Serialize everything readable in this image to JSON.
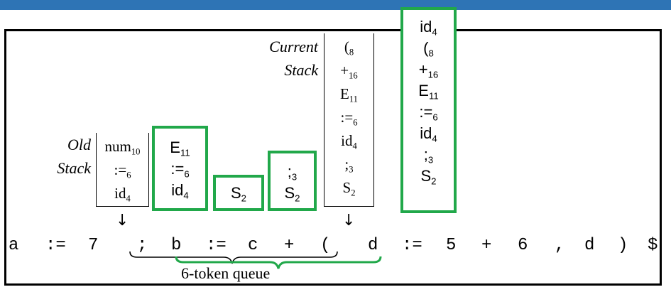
{
  "labels": {
    "current_stack": [
      "Current",
      "Stack"
    ],
    "old_stack": [
      "Old",
      "Stack"
    ],
    "queue": "6-token queue"
  },
  "old_stack": [
    {
      "base": "num",
      "sub": "10"
    },
    {
      "base": ":=",
      "sub": "6"
    },
    {
      "base": "id",
      "sub": "4"
    }
  ],
  "green_stack_1": [
    {
      "base": "E",
      "sub": "11"
    },
    {
      "base": ":=",
      "sub": "6"
    },
    {
      "base": "id",
      "sub": "4"
    }
  ],
  "green_stack_2": [
    {
      "base": "S",
      "sub": "2"
    }
  ],
  "green_stack_3": [
    {
      "base": ";",
      "sub": "3"
    },
    {
      "base": "S",
      "sub": "2"
    }
  ],
  "current_stack": [
    {
      "base": "(",
      "sub": "8"
    },
    {
      "base": "+",
      "sub": "16"
    },
    {
      "base": "E",
      "sub": "11"
    },
    {
      "base": ":=",
      "sub": "6"
    },
    {
      "base": "id",
      "sub": "4"
    },
    {
      "base": ";",
      "sub": "3"
    },
    {
      "base": "S",
      "sub": "2"
    }
  ],
  "green_stack_4": [
    {
      "base": "id",
      "sub": "4"
    },
    {
      "base": "(",
      "sub": "8"
    },
    {
      "base": "+",
      "sub": "16"
    },
    {
      "base": "E",
      "sub": "11"
    },
    {
      "base": ":=",
      "sub": "6"
    },
    {
      "base": "id",
      "sub": "4"
    },
    {
      "base": ";",
      "sub": "3"
    },
    {
      "base": "S",
      "sub": "2"
    }
  ],
  "tokens": [
    "a",
    ":=",
    "7",
    ";",
    "b",
    ":=",
    "c",
    "+",
    "(",
    "d",
    ":=",
    "5",
    "+",
    "6",
    ",",
    "d",
    ")",
    "$"
  ],
  "arrow_glyph": "↓",
  "colors": {
    "accent_green": "#21a84a",
    "top_bar": "#2e74b5"
  }
}
